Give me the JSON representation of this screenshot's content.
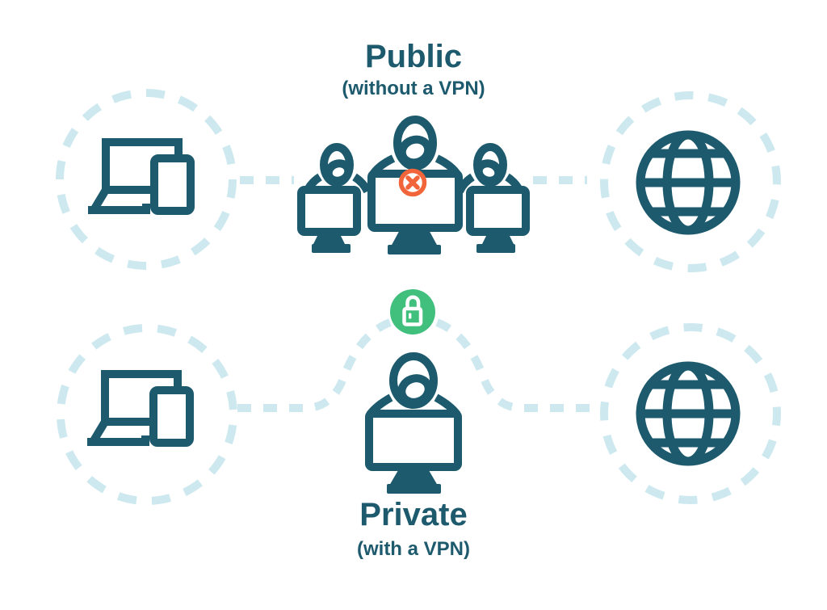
{
  "labels": {
    "public_title": "Public",
    "public_subtitle": "(without a VPN)",
    "private_title": "Private",
    "private_subtitle": "(with a VPN)"
  },
  "colors": {
    "teal": "#1d5a6d",
    "light_blue": "#cde9ef",
    "green": "#41bf7c",
    "orange": "#f2653a",
    "background": "#ffffff"
  },
  "icons": {
    "top_left": "devices-icon",
    "top_middle": "hackers-monitors-icon",
    "top_badge": "blocked-x-icon",
    "top_right": "internet-globe-icon",
    "center": "padlock-icon",
    "bottom_left": "devices-icon",
    "bottom_middle": "user-monitor-icon",
    "bottom_right": "internet-globe-icon"
  },
  "structure": {
    "top_row": "devices to eavesdroppers to internet (unprotected)",
    "bottom_row": "devices through encrypted lock to internet (protected)"
  }
}
